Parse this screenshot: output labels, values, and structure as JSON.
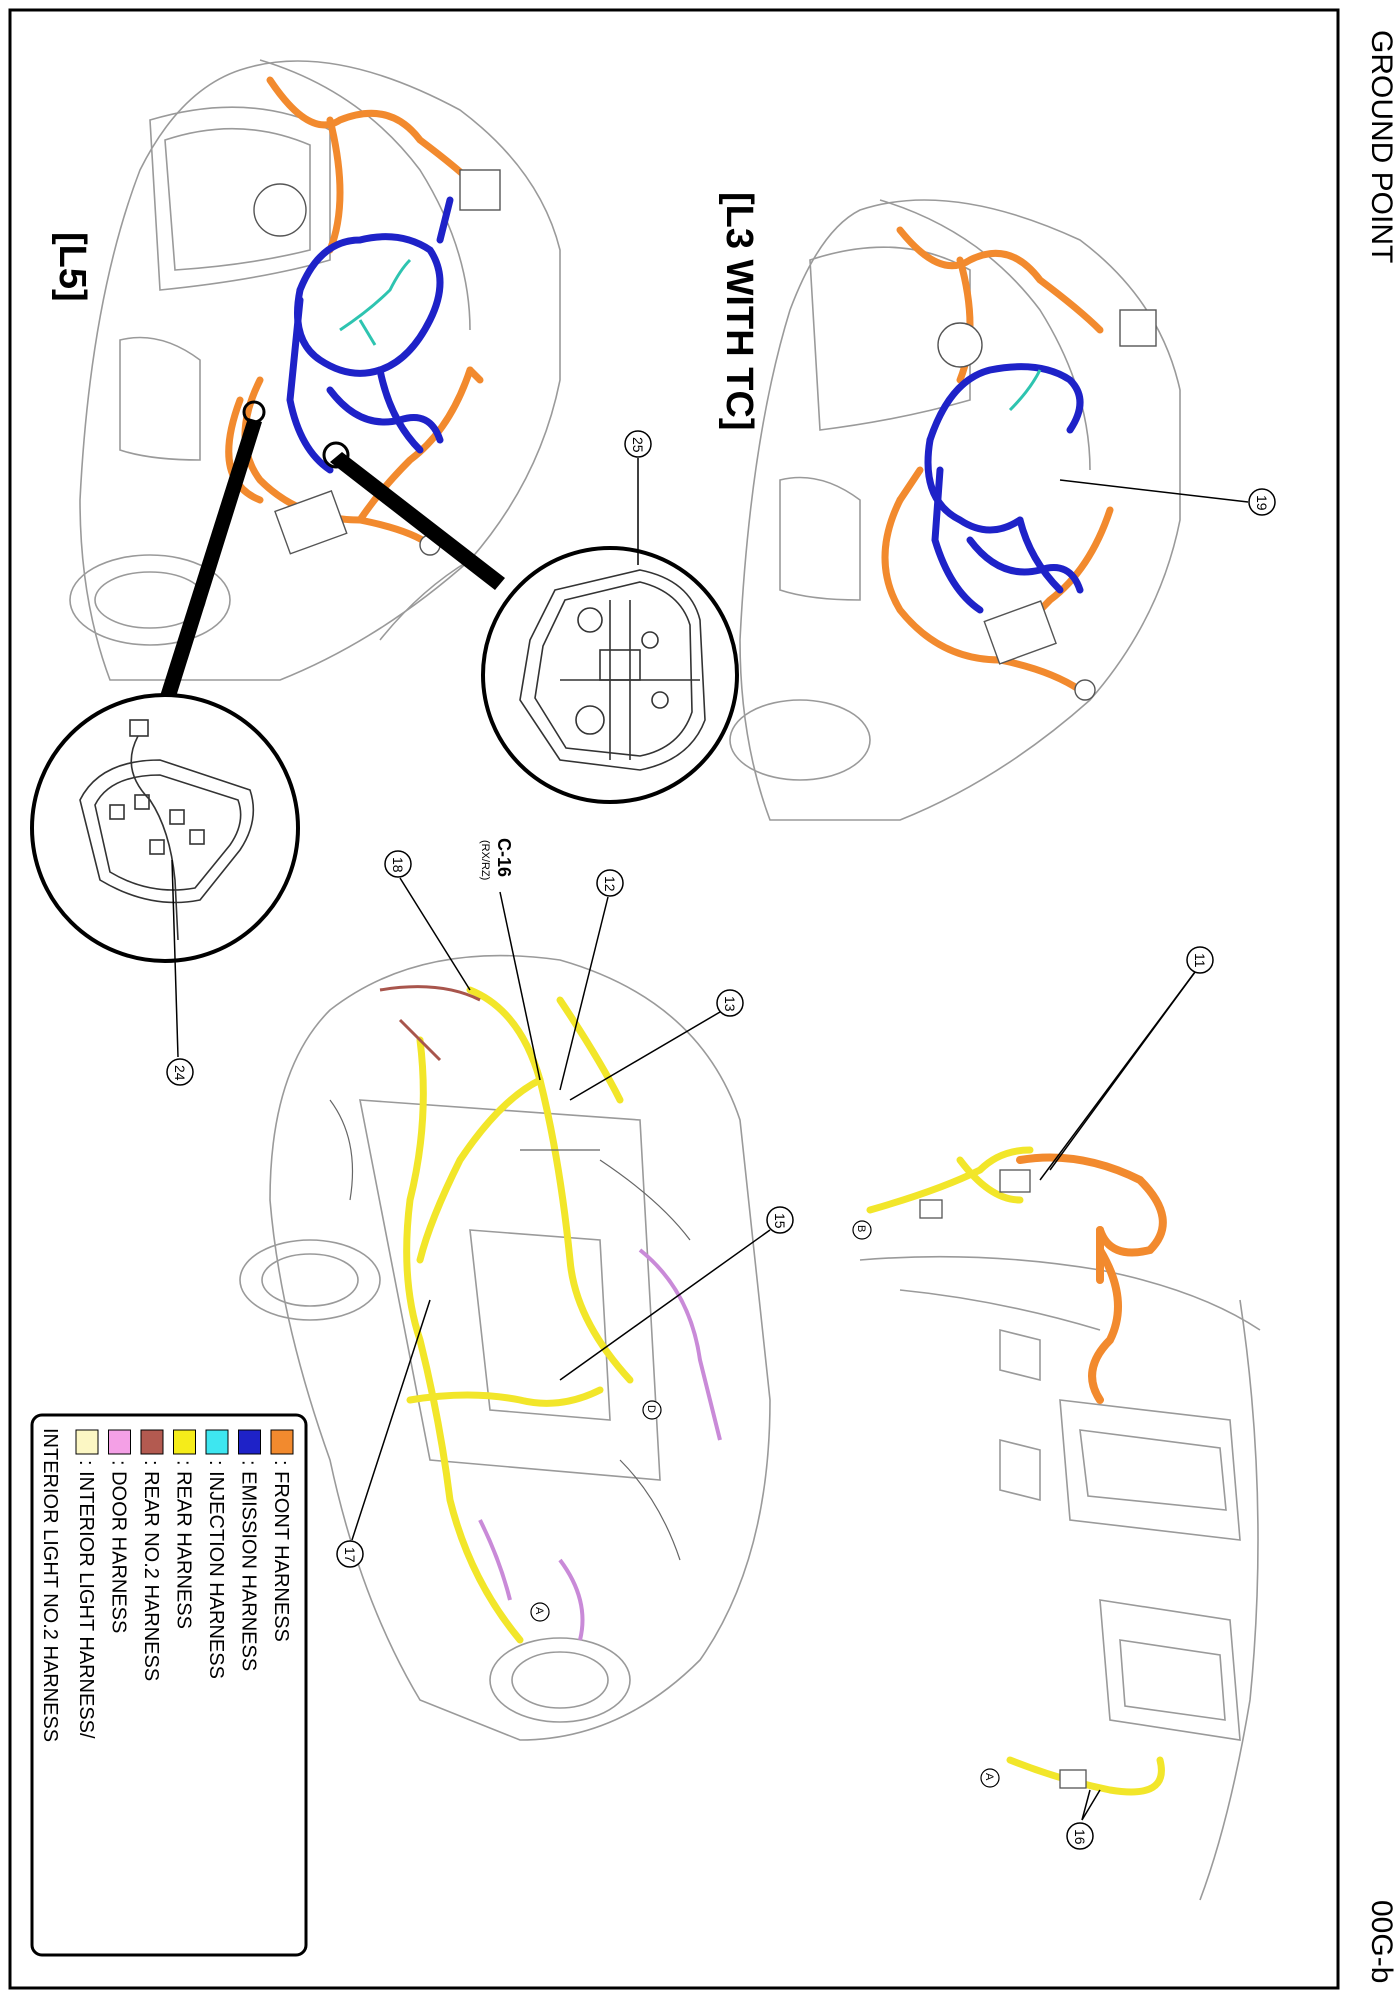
{
  "header": {
    "title": "GROUND POINT",
    "page_code": "00G-b"
  },
  "views": {
    "l5": "[L5]",
    "l3": "[L3 WITH TC]"
  },
  "callouts": {
    "c11": "11",
    "c12": "12",
    "c13": "13",
    "c15": "15",
    "c16": "16",
    "c17": "17",
    "c18": "18",
    "c19": "19",
    "c24": "24",
    "c25": "25"
  },
  "connector": {
    "code": "C-16",
    "sub": "(RX/RZ)"
  },
  "markers": {
    "a1": "A",
    "a2": "A",
    "b": "B",
    "d": "D"
  },
  "legend": {
    "items": [
      {
        "color": "#f28a2e",
        "label": ": FRONT HARNESS"
      },
      {
        "color": "#1e22c8",
        "label": ": EMISSION HARNESS"
      },
      {
        "color": "#3ee6f0",
        "label": ": INJECTION HARNESS"
      },
      {
        "color": "#f5ec1a",
        "label": ": REAR HARNESS"
      },
      {
        "color": "#b35a50",
        "label": ": REAR NO.2 HARNESS"
      },
      {
        "color": "#f4a0e6",
        "label": ": DOOR HARNESS"
      },
      {
        "color": "#fcf7c4",
        "label": ": INTERIOR LIGHT HARNESS/"
      }
    ],
    "continuation": "INTERIOR LIGHT NO.2 HARNESS"
  },
  "colors": {
    "front": "#f28a2e",
    "emission": "#1e22c8",
    "injection": "#2ec4b0",
    "rear": "#f2e62a",
    "rear2": "#a8554c",
    "door": "#c98ad8",
    "outline": "#9a9a9a"
  }
}
